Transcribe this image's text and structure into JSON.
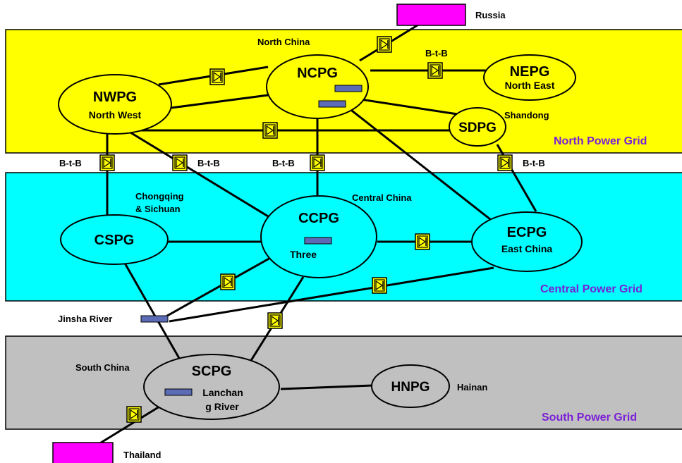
{
  "colors": {
    "north_band": "#ffff00",
    "central_band": "#00ffff",
    "south_band": "#c0c0c0",
    "country_box": "#ff00ff",
    "converter_fill": "#ffff00",
    "hydro_bar": "#5b6bb5",
    "region_label": "#7a1fd6",
    "line": "#000000"
  },
  "regions": {
    "north": "North Power Grid",
    "central": "Central Power Grid",
    "south": "South Power Grid"
  },
  "countries": {
    "russia": "Russia",
    "thailand": "Thailand"
  },
  "nodes": {
    "nwpg": {
      "code": "NWPG",
      "sub": "North West"
    },
    "ncpg": {
      "code": "NCPG",
      "sub": ""
    },
    "nepg": {
      "code": "NEPG",
      "sub": "North East"
    },
    "sdpg": {
      "code": "SDPG",
      "sub": ""
    },
    "cspg": {
      "code": "CSPG",
      "sub": ""
    },
    "ccpg": {
      "code": "CCPG",
      "sub": "Three"
    },
    "ecpg": {
      "code": "ECPG",
      "sub": "East China"
    },
    "scpg": {
      "code": "SCPG",
      "sub_line1": "Lanchan",
      "sub_line2": "g River"
    },
    "hnpg": {
      "code": "HNPG",
      "sub": ""
    }
  },
  "labels": {
    "north_china": "North China",
    "shandong": "Shandong",
    "chongqing_line1": "Chongqing",
    "chongqing_line2": "& Sichuan",
    "central_china": "Central China",
    "jinsha_river": "Jinsha River",
    "south_china": "South China",
    "hainan": "Hainan",
    "btb": "B-t-B"
  },
  "icons": {
    "converter": "back-to-back-converter-icon",
    "hydro": "hydro-station-bar-icon"
  }
}
